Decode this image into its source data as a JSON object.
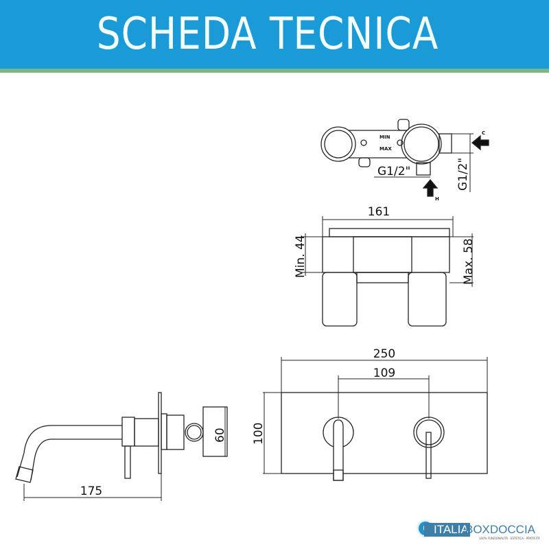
{
  "header": {
    "title": "SCHEDA TECNICA"
  },
  "top_view": {
    "min_label": "MIN",
    "max_label": "MAX",
    "inlet_h": "G1/2\"",
    "inlet_c": "G1/2\"",
    "cold_label": "C",
    "hot_label": "H"
  },
  "body_view": {
    "width": "161",
    "min_depth": "Min. 44",
    "max_depth": "Max. 58"
  },
  "side_view": {
    "spout_length": "175",
    "body_height": "60"
  },
  "front_view": {
    "plate_width": "250",
    "axis_distance": "109",
    "plate_height": "100"
  },
  "logo": {
    "part1": "ITALIA",
    "part2": "BOXDOCCIA",
    "tagline": "100% FUNZIONALITÀ · ESTETICA · PRATICITÀ"
  },
  "colors": {
    "header": "#1a9bd7",
    "stripe": "#7fb784",
    "brand": "#3d7fa8"
  }
}
